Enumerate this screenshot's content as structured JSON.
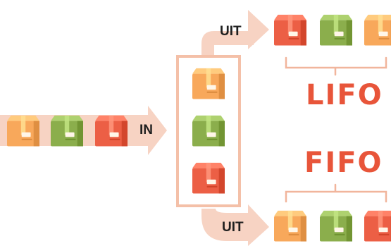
{
  "labels": {
    "in": "IN",
    "out_top": "UIT",
    "out_bottom": "UIT",
    "lifo": "LIFO",
    "fifo": "FIFO"
  },
  "colors": {
    "arrow": "#f7d3c3",
    "container_border": "#f4c0a8",
    "accent": "#e8553a",
    "bracket": "#f1b59c",
    "box_orange": "#f8a85b",
    "box_green": "#8bae4c",
    "box_red": "#ec5f45"
  },
  "icons": {
    "box": "cardboard-box-icon"
  },
  "boxes": {
    "input": [
      "orange",
      "green",
      "red"
    ],
    "stack": [
      "orange",
      "green",
      "red"
    ],
    "lifo": [
      "red",
      "green",
      "orange"
    ],
    "fifo": [
      "orange",
      "green",
      "red"
    ]
  }
}
